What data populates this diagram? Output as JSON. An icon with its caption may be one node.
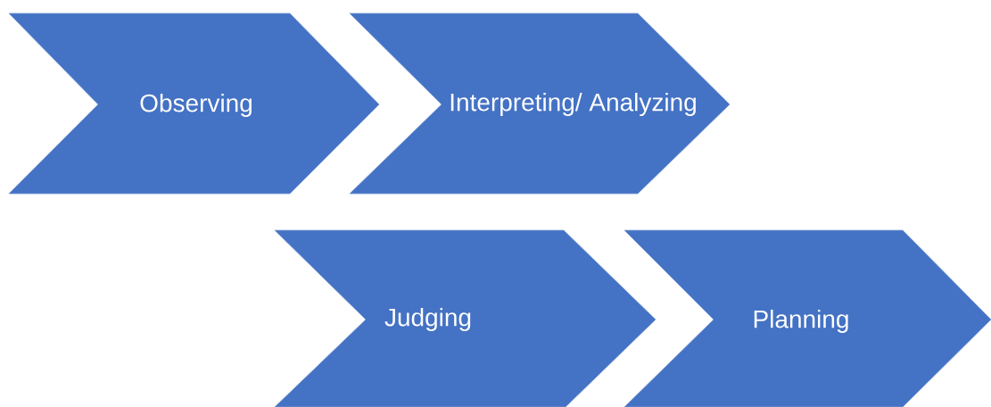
{
  "diagram": {
    "nodes": [
      {
        "text": [
          "Observing"
        ]
      },
      {
        "text": [
          "Interpreting/ Analyzing"
        ]
      },
      {
        "text": [
          "Judging"
        ]
      },
      {
        "text": [
          "Planning"
        ]
      }
    ]
  }
}
